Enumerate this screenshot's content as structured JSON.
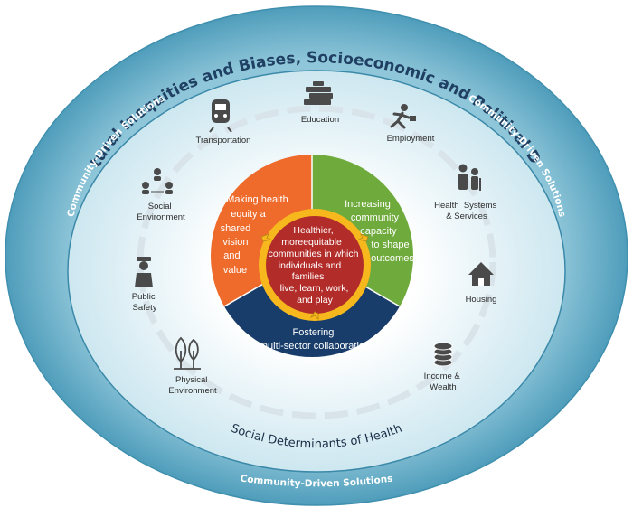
{
  "outer_title": "Structural Inequities and Biases, Socioeconomic and Political Drivers",
  "ring_labels": {
    "top_left": "Community-Driven Solutions",
    "top_right": "Community-Driven Solutions",
    "bottom": "Community-Driven Solutions"
  },
  "inner_arc_title": "Social Determinants of Health",
  "determinants": [
    {
      "icon": "book-stack-icon",
      "lines": [
        "Education"
      ]
    },
    {
      "icon": "running-person-icon",
      "lines": [
        "Employment"
      ]
    },
    {
      "icon": "caregiver-icon",
      "lines": [
        "Health  Systems",
        "& Services"
      ]
    },
    {
      "icon": "house-icon",
      "lines": [
        "Housing"
      ]
    },
    {
      "icon": "coin-stack-icon",
      "lines": [
        "Income &",
        "Wealth"
      ]
    },
    {
      "icon": "trees-icon",
      "lines": [
        "Physical",
        "Environment"
      ]
    },
    {
      "icon": "police-officer-icon",
      "lines": [
        "Public",
        "Safety"
      ]
    },
    {
      "icon": "people-network-icon",
      "lines": [
        "Social",
        "Environment"
      ]
    },
    {
      "icon": "train-icon",
      "lines": [
        "Transportation"
      ]
    }
  ],
  "segments": {
    "orange": [
      "Making health",
      "equity  a",
      "shared",
      "vision",
      "and",
      "value"
    ],
    "green": [
      "Increasing",
      "community",
      "capacity",
      "to shape",
      "outcomes"
    ],
    "blue": [
      "Fostering",
      "multi-sector collaboration"
    ]
  },
  "core": [
    "Healthier,",
    "moreequitable",
    "communities in which",
    "individuals and",
    "families",
    "live, learn, work,",
    "and play"
  ],
  "colors": {
    "outer_ring": "#5ea9c4",
    "inner_ring": "#d3ebf2",
    "orange": "#ee6b2c",
    "green": "#6faa3c",
    "blue": "#183d6a",
    "core_red": "#b22d2a",
    "core_ring": "#f7b81e"
  }
}
